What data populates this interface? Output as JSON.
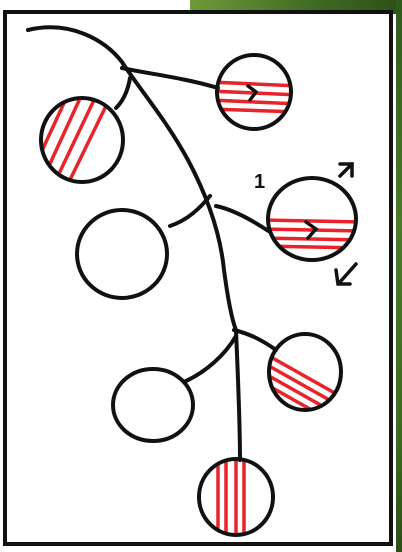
{
  "diagram": {
    "annotation_label": "1",
    "colors": {
      "ink": "#111111",
      "stripe": "#e8232a",
      "paper": "#ffffff",
      "leaf": "#3f6a22"
    },
    "nodes": [
      {
        "id": "circle-top-right",
        "striped": true,
        "stripe_direction": "horizontal",
        "has_arrow": true
      },
      {
        "id": "circle-top-left",
        "striped": true,
        "stripe_direction": "diagonal",
        "has_arrow": false
      },
      {
        "id": "circle-middle-right",
        "striped": true,
        "stripe_direction": "horizontal",
        "has_arrow": true
      },
      {
        "id": "circle-middle-left",
        "striped": false
      },
      {
        "id": "circle-lower-right",
        "striped": true,
        "stripe_direction": "diagonal",
        "has_arrow": false
      },
      {
        "id": "circle-lower-left",
        "striped": false
      },
      {
        "id": "circle-bottom",
        "striped": true,
        "stripe_direction": "vertical",
        "has_arrow": false
      }
    ],
    "rotation_arrows": [
      "arrow-up-right-icon",
      "arrow-down-left-icon"
    ]
  }
}
